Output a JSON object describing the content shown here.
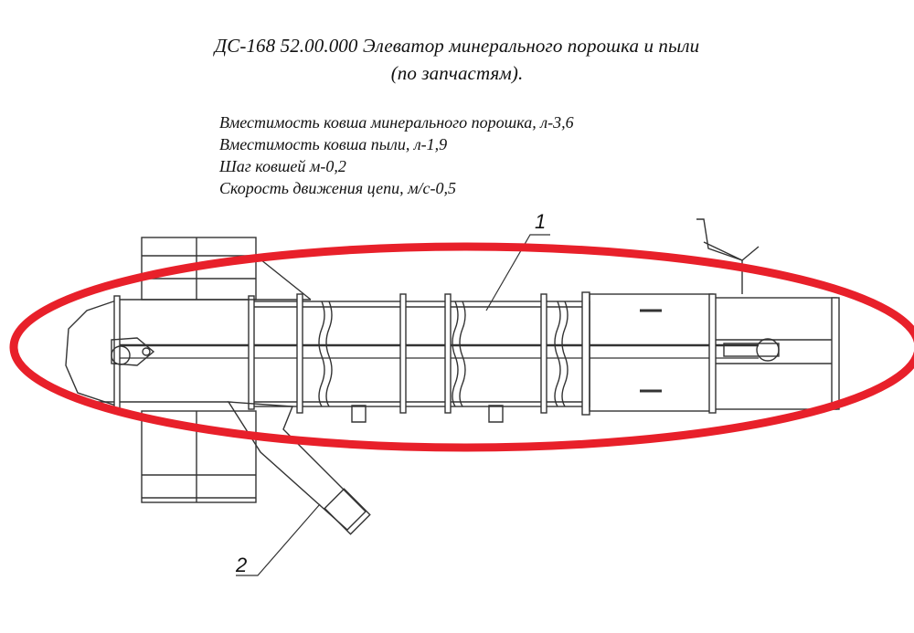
{
  "title": {
    "line1": "ДС-168 52.00.000 Элеватор минерального порошка и пыли",
    "line2": "(по запчастям)."
  },
  "specs": [
    "Вместимость ковша минерального порошка, л-3,6",
    "Вместимость ковша пыли, л-1,9",
    "Шаг ковшей  м-0,2",
    "Скорость движения цепи, м/с-0,5"
  ],
  "callouts": {
    "part1": "1",
    "part2": "2"
  },
  "colors": {
    "highlight": "#e8202a",
    "line": "#333333"
  }
}
